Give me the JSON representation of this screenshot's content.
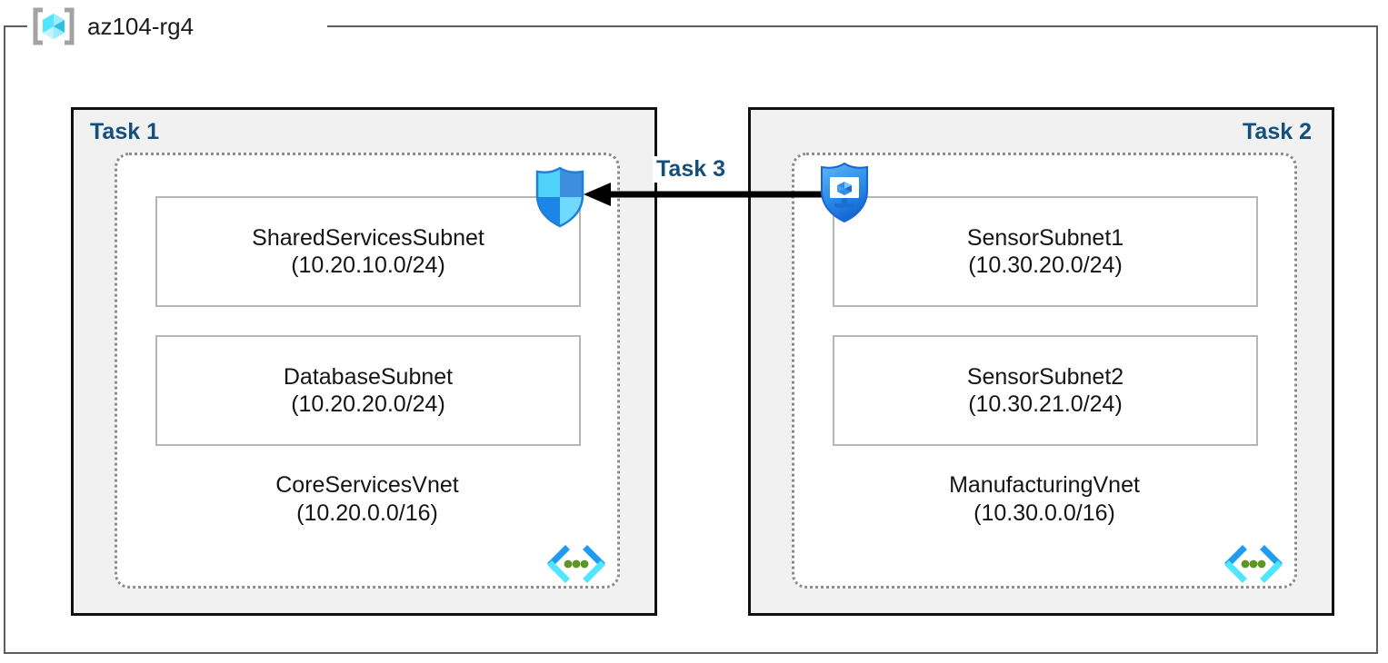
{
  "resource_group": {
    "name": "az104-rg4",
    "icon": "resource-group-cube-icon"
  },
  "tasks": [
    {
      "label": "Task 1",
      "label_align": "left",
      "vnet": {
        "name": "CoreServicesVnet",
        "cidr": "(10.20.0.0/16)",
        "icon": "vnet-code-brackets-icon",
        "subnets": [
          {
            "name": "SharedServicesSubnet",
            "cidr": "(10.20.10.0/24)"
          },
          {
            "name": "DatabaseSubnet",
            "cidr": "(10.20.20.0/24)"
          }
        ]
      }
    },
    {
      "label": "Task 2",
      "label_align": "right",
      "vnet": {
        "name": "ManufacturingVnet",
        "cidr": "(10.30.0.0/16)",
        "icon": "vnet-code-brackets-icon",
        "subnets": [
          {
            "name": "SensorSubnet1",
            "cidr": "(10.30.20.0/24)"
          },
          {
            "name": "SensorSubnet2",
            "cidr": "(10.30.21.0/24)"
          }
        ]
      }
    }
  ],
  "connection": {
    "label": "Task 3",
    "direction": "left",
    "from_icon": "network-security-group-shield-monitor-icon",
    "to_icon": "firewall-shield-icon"
  },
  "colors": {
    "task_label": "#15507d",
    "panel_fill": "#f1f1f1",
    "panel_border": "#111111",
    "vnet_border": "#8c8c8c",
    "subnet_border": "#b6b6b6",
    "rg_border": "#5d5d5d",
    "arrow": "#000000",
    "icon_blue": "#2f9cf4",
    "icon_cyan": "#50e6ff",
    "icon_green": "#5e9624"
  }
}
